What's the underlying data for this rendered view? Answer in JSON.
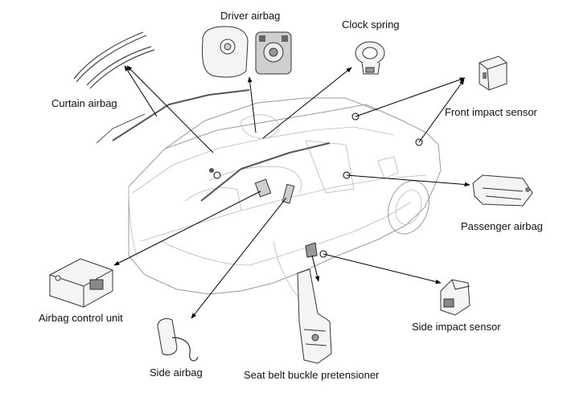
{
  "labels": {
    "driver_airbag": "Driver airbag",
    "clock_spring": "Clock spring",
    "curtain_airbag": "Curtain airbag",
    "front_impact_sensor": "Front impact sensor",
    "passenger_airbag": "Passenger airbag",
    "airbag_control_unit": "Airbag control unit",
    "side_impact_sensor": "Side impact sensor",
    "side_airbag": "Side airbag",
    "seat_belt_buckle_pretensioner": "Seat belt buckle pretensioner"
  }
}
